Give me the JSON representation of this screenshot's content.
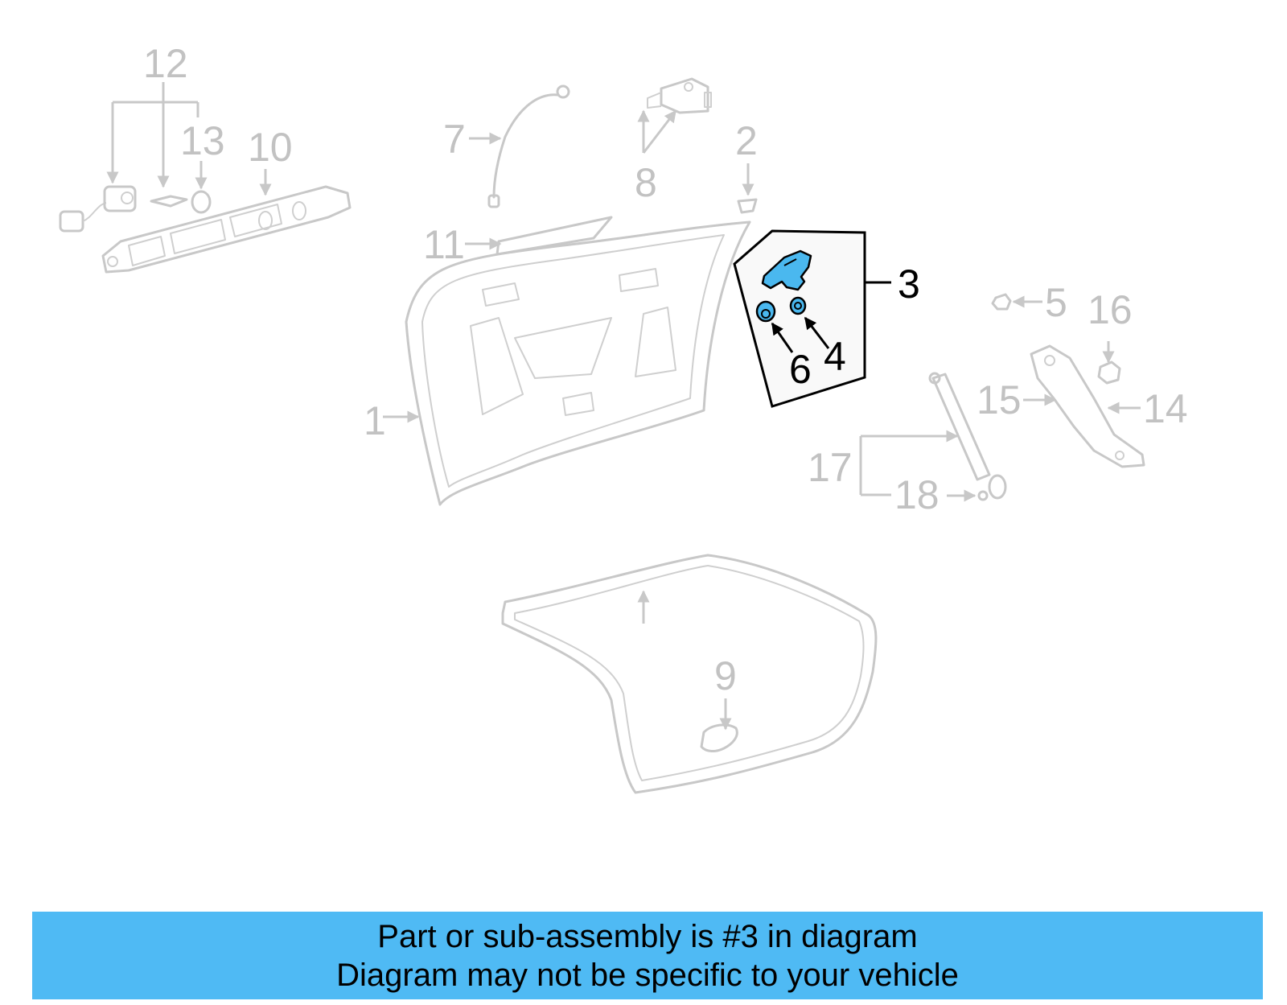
{
  "callouts": {
    "c1": "1",
    "c2": "2",
    "c3": "3",
    "c4": "4",
    "c5": "5",
    "c6": "6",
    "c7": "7",
    "c8": "8",
    "c9": "9",
    "c10": "10",
    "c11": "11",
    "c12": "12",
    "c13": "13",
    "c14": "14",
    "c15": "15",
    "c16": "16",
    "c17": "17",
    "c18": "18"
  },
  "highlighted_part": "3",
  "colors": {
    "highlight": "#4ab8ef",
    "banner": "#4fbaf4",
    "ghost": "#c8c8c8"
  },
  "banner": {
    "line1": "Part or sub-assembly is #3 in diagram",
    "line2": "Diagram may not be specific to your vehicle"
  }
}
